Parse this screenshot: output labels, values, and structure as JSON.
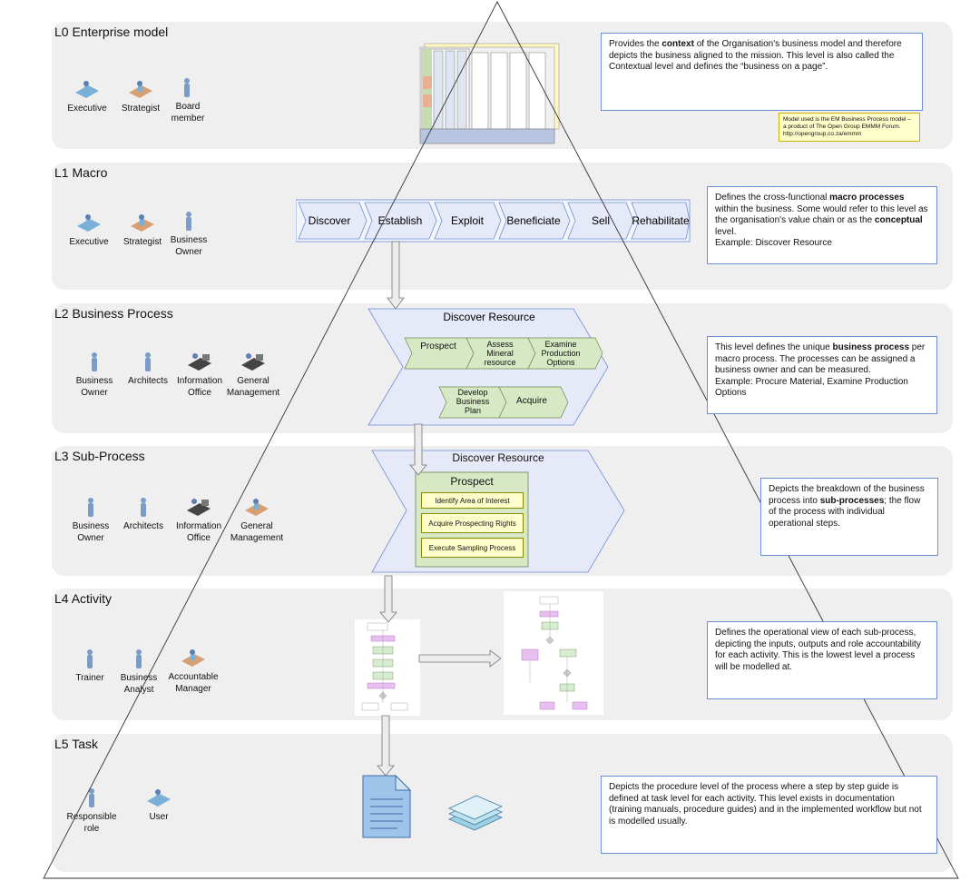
{
  "levels": [
    {
      "title": "L0 Enterprise model",
      "roles": [
        "Executive",
        "Strategist",
        "Board member"
      ],
      "desc_pre": "Provides the ",
      "desc_b1": "context",
      "desc_mid": " of the Organisation's business model and therefore depicts the business aligned to the mission. This level is also called the Contextual level and defines the “business on a page”."
    },
    {
      "title": "L1 Macro",
      "roles": [
        "Executive",
        "Strategist",
        "Business Owner"
      ],
      "desc_pre": "Defines the cross-functional ",
      "desc_b1": "macro processes",
      "desc_mid": " within the business. Some would refer to this level as the organisation's value chain or as the ",
      "desc_b2": "conceptual",
      "desc_post": " level.",
      "desc_example": "Example: Discover Resource"
    },
    {
      "title": "L2 Business Process",
      "roles": [
        "Business Owner",
        "Architects",
        "Information Office",
        "General Management"
      ],
      "desc_pre": "This level defines the unique ",
      "desc_b1": "business process",
      "desc_mid": " per  macro process. The processes can be assigned a business owner and can be measured.",
      "desc_example": "Example: Procure Material, Examine Production Options"
    },
    {
      "title": "L3 Sub-Process",
      "roles": [
        "Business Owner",
        "Architects",
        "Information Office",
        "General Management"
      ],
      "desc_pre": "Depicts the breakdown of the business process into ",
      "desc_b1": "sub-processes",
      "desc_mid": "; the flow of the process with individual operational steps."
    },
    {
      "title": "L4 Activity",
      "roles": [
        "Trainer",
        "Business Analyst",
        "Accountable Manager"
      ],
      "desc_pre": "Defines the operational view of each sub-process, depicting the inputs, outputs and role accountability for each activity. This is the lowest level a process will be modelled at."
    },
    {
      "title": "L5 Task",
      "roles": [
        "Responsible role",
        "User"
      ],
      "desc_pre": "Depicts the procedure level of the process where a step by step guide is defined at task level for each activity.  This level exists in documentation (training manuals, procedure guides) and in the implemented workflow but not is modelled usually."
    }
  ],
  "note": "Model used is the EM Business Process model – a product of The Open Group EMMM Forum. http://opengroup.co.za/emmm",
  "macro": [
    "Discover",
    "Establish",
    "Exploit",
    "Beneficiate",
    "Sell",
    "Rehabilitate"
  ],
  "l2": {
    "title": "Discover Resource",
    "steps": [
      "Prospect",
      "Assess Mineral resource",
      "Examine Production Options",
      "Develop Business Plan",
      "Acquire"
    ]
  },
  "l3": {
    "title": "Discover Resource",
    "sub_title": "Prospect",
    "steps": [
      "Identify Area of Interest",
      "Acquire Prospecting Rights",
      "Execute Sampling Process"
    ]
  },
  "colors": {
    "band": "#efefef",
    "desc_border": "#6b8fd6",
    "chevron_fill": "#e6e9f7",
    "step_fill": "#d6e8c4",
    "ybox": "#ffffcc"
  }
}
